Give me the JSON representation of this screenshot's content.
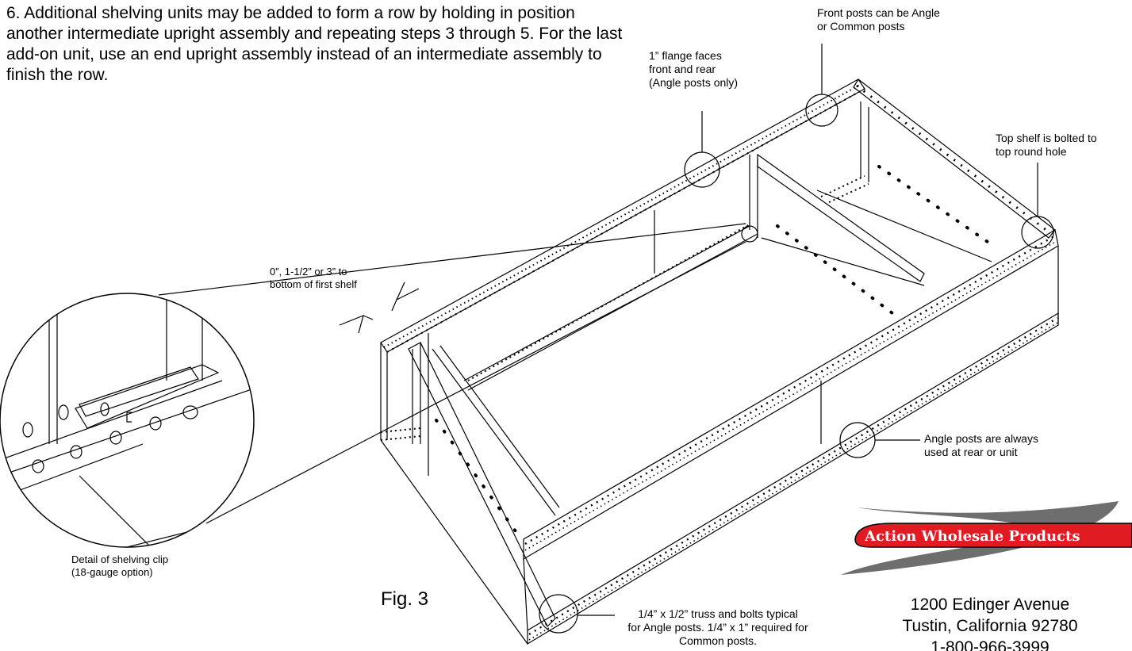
{
  "instructions": {
    "step6": "6. Additional shelving units may be added to form a row by holding in position another intermediate upright assembly and repeating steps 3 through 5.  For the last add-on unit, use an end upright assembly instead of an intermediate assembly to finish the row."
  },
  "callouts": {
    "front_posts": [
      "Front posts can be Angle",
      "or Common posts"
    ],
    "flange": [
      "1” flange faces",
      "front and rear",
      "(Angle posts only)"
    ],
    "top_shelf": [
      "Top shelf is bolted to",
      "top round hole"
    ],
    "first_shelf": [
      "0”, 1-1/2” or 3” to",
      "bottom of first shelf"
    ],
    "angle_posts": [
      "Angle posts are always",
      "used at rear or unit"
    ],
    "clip_detail": [
      "Detail of shelving clip",
      "(18-gauge option)"
    ],
    "truss": [
      "1/4” x 1/2” truss and bolts typical",
      "for Angle posts.  1/4” x 1” required for",
      "Common posts."
    ]
  },
  "figure_label": "Fig. 3",
  "logo": {
    "name": "Action Wholesale Products",
    "banner_color": "#e01b22",
    "swoosh_color": "#6e6e6e"
  },
  "address": {
    "street": "1200 Edinger Avenue",
    "city": "Tustin, California 92780",
    "phone": "1-800-966-3999"
  }
}
